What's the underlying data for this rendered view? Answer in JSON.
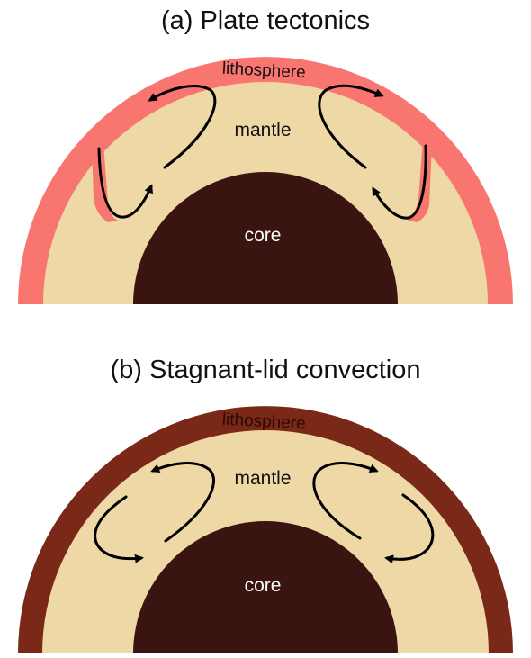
{
  "panel_a": {
    "title": "(a) Plate tectonics",
    "labels": {
      "lithosphere": "lithosphere",
      "mantle": "mantle",
      "core": "core"
    }
  },
  "panel_b": {
    "title": "(b) Stagnant-lid convection",
    "labels": {
      "lithosphere": "lithosphere",
      "mantle": "mantle",
      "core": "core"
    }
  },
  "colors": {
    "lithosphere_a": "#F97570",
    "lithosphere_b": "#7A2818",
    "mantle": "#EED9A6",
    "core": "#3A1410",
    "arrow": "#000000"
  }
}
